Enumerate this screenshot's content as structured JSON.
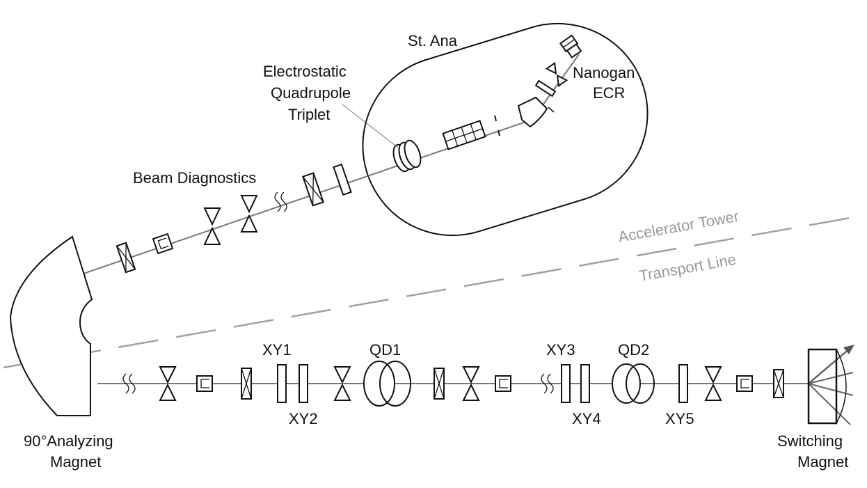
{
  "labels": {
    "st_ana": "St. Ana",
    "nanogan": "Nanogan",
    "ecr": "ECR",
    "esq_line1": "Electrostatic",
    "esq_line2": "Quadrupole",
    "esq_line3": "Triplet",
    "beam_diagnostics": "Beam Diagnostics",
    "accelerator_tower": "Accelerator Tower",
    "transport_line": "Transport Line",
    "xy1": "XY1",
    "xy2": "XY2",
    "xy3": "XY3",
    "xy4": "XY4",
    "xy5": "XY5",
    "qd1": "QD1",
    "qd2": "QD2",
    "analyzing_line1": "90°Analyzing",
    "analyzing_line2": "Magnet",
    "switching_line1": "Switching",
    "switching_line2": "Magnet"
  },
  "colors": {
    "line": "#111111",
    "beam": "#777777",
    "gray_label": "#9a9a9a",
    "divider": "#a0a0a0"
  }
}
